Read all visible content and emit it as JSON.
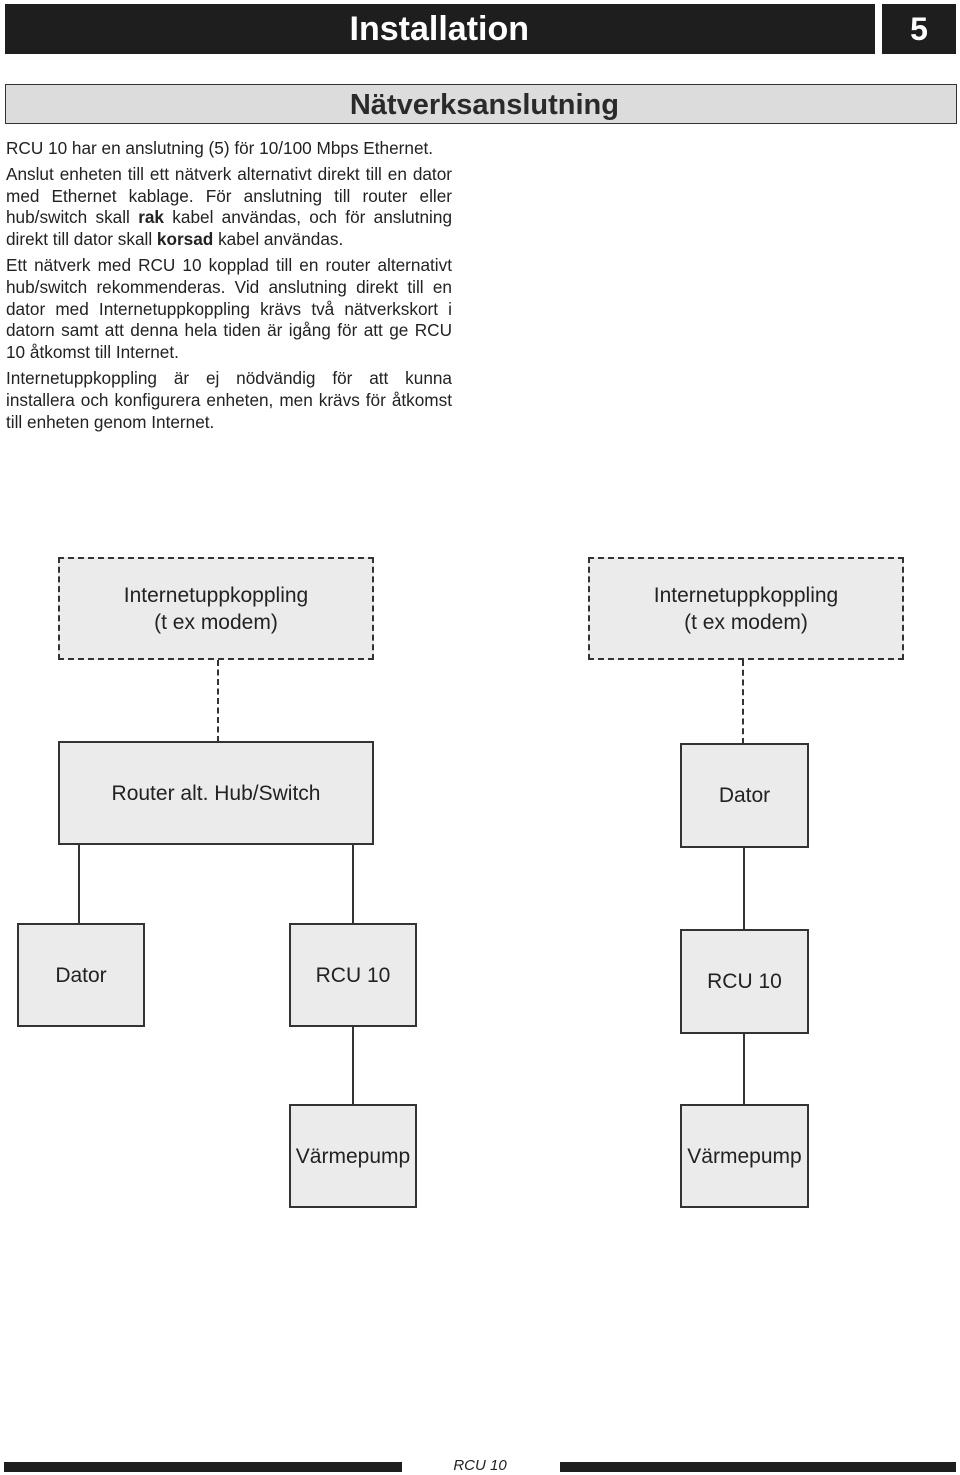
{
  "header": {
    "title": "Installation",
    "page_number": "5"
  },
  "section": {
    "title": "Nätverksanslutning"
  },
  "body": {
    "p1": "RCU 10 har en anslutning (5) för 10/100 Mbps Ethernet.",
    "p2_a": "Anslut enheten till ett nätverk alternativt direkt till en dator med Ethernet kablage. För anslutning till router eller hub/switch skall ",
    "p2_b1": "rak",
    "p2_c": " kabel användas, och för anslutning direkt till dator skall ",
    "p2_b2": "korsad",
    "p2_d": " kabel användas.",
    "p3": "Ett nätverk med RCU 10 kopplad till en router alternativt hub/switch rekommenderas. Vid anslutning direkt till en dator med Internetuppkoppling krävs två nätverkskort i datorn samt att denna hela tiden är igång för att ge RCU 10 åtkomst till Internet.",
    "p4": "Internetuppkoppling är ej nödvändig för att kunna installera och konfigurera enheten, men krävs för åtkomst till enheten genom Internet."
  },
  "diagram": {
    "left": {
      "internet_line1": "Internetuppkoppling",
      "internet_line2": "(t ex modem)",
      "router": "Router alt. Hub/Switch",
      "dator": "Dator",
      "rcu": "RCU 10",
      "heatpump": "Värmepump"
    },
    "right": {
      "internet_line1": "Internetuppkoppling",
      "internet_line2": "(t ex modem)",
      "dator": "Dator",
      "rcu": "RCU 10",
      "heatpump": "Värmepump"
    }
  },
  "footer": {
    "label": "RCU 10"
  }
}
